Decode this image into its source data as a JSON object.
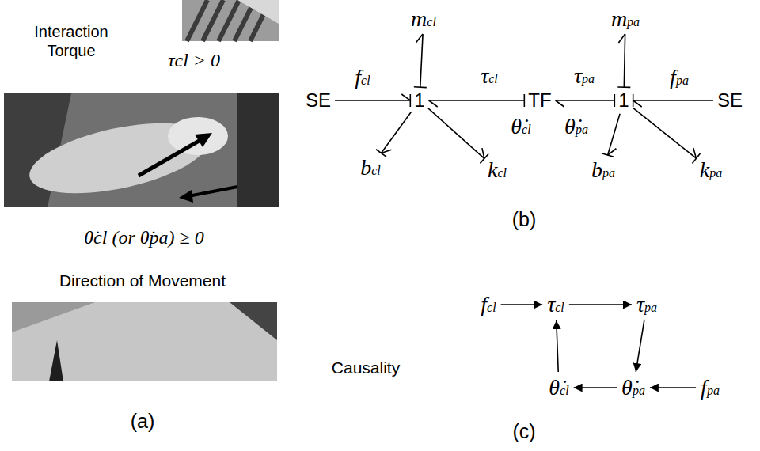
{
  "diagram": {
    "nodes": [
      {
        "text": [
          "SE"
        ]
      },
      {
        "text": [
          "1"
        ]
      },
      {
        "text": [
          "TF"
        ]
      },
      {
        "text": [
          "1"
        ]
      },
      {
        "text": [
          "SE"
        ]
      },
      {
        "text": [
          "mcl"
        ]
      },
      {
        "text": [
          "bcl"
        ]
      },
      {
        "text": [
          "kcl"
        ]
      },
      {
        "text": [
          "mpa"
        ]
      },
      {
        "text": [
          "bpa"
        ]
      },
      {
        "text": [
          "kpa"
        ]
      },
      {
        "text": [
          "fcl"
        ]
      },
      {
        "text": [
          "τcl"
        ]
      },
      {
        "text": [
          "τpa"
        ]
      },
      {
        "text": [
          "θ̇pa"
        ]
      },
      {
        "text": [
          "fpa"
        ]
      },
      {
        "text": [
          "θ̇cl"
        ]
      }
    ],
    "edges": [
      {
        "from": 0,
        "to": 1,
        "arrow": "to"
      },
      {
        "from": 1,
        "to": 5,
        "arrow": "to"
      },
      {
        "from": 1,
        "to": 6,
        "arrow": "to"
      },
      {
        "from": 1,
        "to": 7,
        "arrow": "to"
      },
      {
        "from": 2,
        "to": 1,
        "arrow": "to"
      },
      {
        "from": 3,
        "to": 2,
        "arrow": "to"
      },
      {
        "from": 3,
        "to": 8,
        "arrow": "to"
      },
      {
        "from": 3,
        "to": 9,
        "arrow": "to"
      },
      {
        "from": 3,
        "to": 10,
        "arrow": "to"
      },
      {
        "from": 4,
        "to": 3,
        "arrow": "to"
      },
      {
        "from": 11,
        "to": 12,
        "arrow": "to"
      },
      {
        "from": 12,
        "to": 13,
        "arrow": "to"
      },
      {
        "from": 13,
        "to": 14,
        "arrow": "to"
      },
      {
        "from": 15,
        "to": 14,
        "arrow": "to"
      },
      {
        "from": 14,
        "to": 16,
        "arrow": "to"
      },
      {
        "from": 16,
        "to": 12,
        "arrow": "to"
      }
    ],
    "labels": [
      "Interaction Torque",
      "τcl > 0",
      "θ̇cl (or θ̇pa) ≥ 0",
      "Direction of Movement",
      "(a)",
      "fcl",
      "τcl",
      "θ̇cl",
      "τpa",
      "θ̇pa",
      "fpa",
      "(b)",
      "Causality",
      "(c)"
    ]
  }
}
